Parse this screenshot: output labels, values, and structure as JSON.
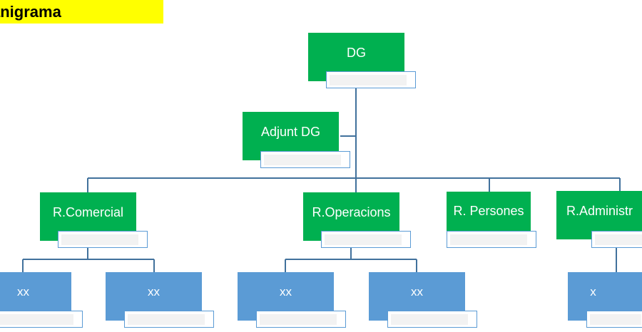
{
  "title": "anigrama",
  "colors": {
    "manager": "#00b050",
    "staff": "#5b9bd5",
    "connector": "#41719c",
    "banner": "#ffff00"
  },
  "nodes": {
    "dg": "DG",
    "adjunt": "Adjunt DG",
    "comercial": "R.Comercial",
    "operacions": "R.Operacions",
    "persones": "R. Persones",
    "administracio": "R.Administr",
    "comercial_1": "xx",
    "comercial_2": "xx",
    "operacions_1": "xx",
    "operacions_2": "xx",
    "administracio_1": "x"
  }
}
